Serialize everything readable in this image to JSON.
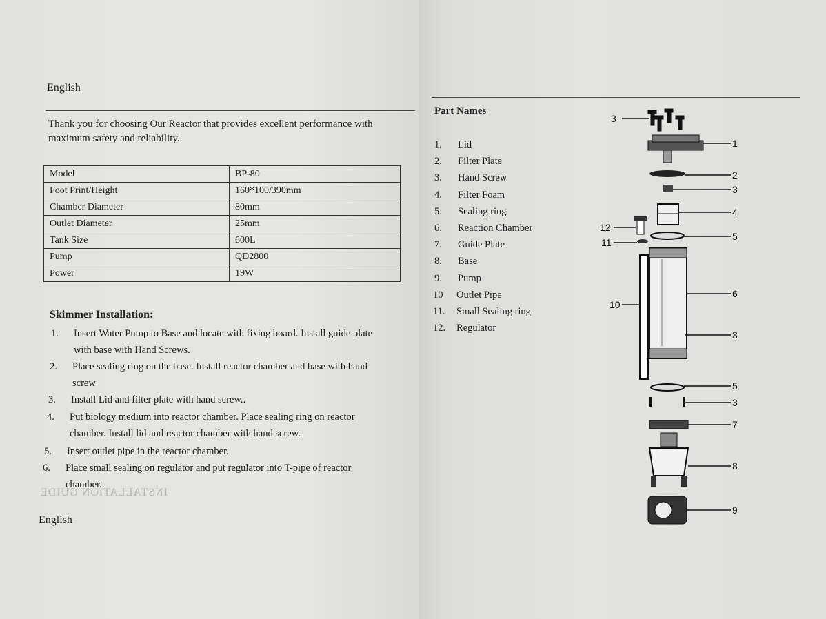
{
  "left_page": {
    "lang_top": "English",
    "lang_bottom": "English",
    "intro": "Thank you for choosing Our Reactor that provides excellent performance with maximum safety and reliability.",
    "specs": [
      {
        "label": "Model",
        "value": "BP-80"
      },
      {
        "label": "Foot Print/Height",
        "value": "160*100/390mm"
      },
      {
        "label": "Chamber Diameter",
        "value": "80mm"
      },
      {
        "label": "Outlet Diameter",
        "value": "25mm"
      },
      {
        "label": "Tank Size",
        "value": "600L"
      },
      {
        "label": "Pump",
        "value": "QD2800"
      },
      {
        "label": "Power",
        "value": "19W"
      }
    ],
    "section_title": "Skimmer Installation:",
    "steps": [
      {
        "num": "1.",
        "lines": [
          "Insert Water Pump to Base and locate with fixing board. Install guide plate",
          "with base with Hand Screws."
        ]
      },
      {
        "num": "2.",
        "lines": [
          "Place sealing ring on the base. Install reactor chamber and base with hand",
          "screw"
        ]
      },
      {
        "num": "3.",
        "lines": [
          "Install Lid and filter plate with hand screw.."
        ]
      },
      {
        "num": "4.",
        "lines": [
          "Put biology medium into reactor chamber. Place sealing ring on reactor",
          "chamber. Install lid and reactor chamber with hand screw."
        ]
      },
      {
        "num": "5.",
        "lines": [
          "Insert outlet pipe in the reactor chamber."
        ]
      },
      {
        "num": "6.",
        "lines": [
          "Place small sealing on regulator and put regulator into T-pipe of reactor",
          "chamber.."
        ]
      }
    ]
  },
  "right_page": {
    "title": "Part Names",
    "parts": [
      {
        "num": "1.",
        "name": "Lid"
      },
      {
        "num": "2.",
        "name": "Filter Plate"
      },
      {
        "num": "3.",
        "name": "Hand Screw"
      },
      {
        "num": "4.",
        "name": "Filter Foam"
      },
      {
        "num": "5.",
        "name": "Sealing ring"
      },
      {
        "num": "6.",
        "name": "Reaction Chamber"
      },
      {
        "num": "7.",
        "name": "Guide Plate"
      },
      {
        "num": "8.",
        "name": "Base"
      },
      {
        "num": "9.",
        "name": "Pump"
      },
      {
        "num": "10",
        "name": "Outlet Pipe"
      },
      {
        "num": "11.",
        "name": "Small Sealing ring"
      },
      {
        "num": "12.",
        "name": "Regulator"
      }
    ],
    "callouts": [
      "3",
      "1",
      "2",
      "3",
      "4",
      "5",
      "12",
      "11",
      "6",
      "10",
      "3",
      "5",
      "3",
      "7",
      "8",
      "9"
    ]
  }
}
